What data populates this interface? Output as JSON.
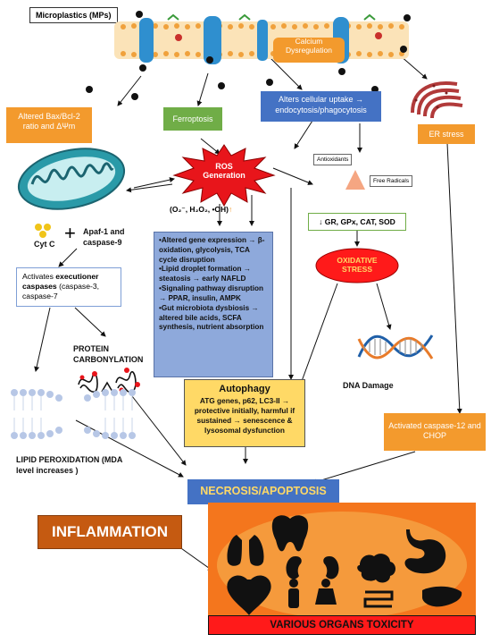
{
  "title": "Microplastics (MPs)",
  "membrane": {
    "label": "Calcium Dysregulation"
  },
  "boxes": {
    "bax": "Altered Bax/Bcl-2 ratio and ΔΨm",
    "ferroptosis": "Ferroptosis",
    "uptake": "Alters cellular uptake → endocytosis/phagocytosis",
    "er_stress": "ER stress",
    "ros": "ROS Generation",
    "ros_species": "(O₂⁻, H₂O₂, •OH)",
    "ros_arrow": "↑",
    "antioxidants": "Antioxidants",
    "free_radicals": "Free Radicals",
    "enzymes": "↓ GR, GPx, CAT, SOD",
    "oxidative_stress": "OXIDATIVE STRESS",
    "cytc": "Cyt C",
    "apaf": "Apaf-1 and caspase-9",
    "executioner_pre": "Activates ",
    "executioner_bold": "executioner caspases",
    "executioner_post": " (caspase-3, caspase-7",
    "protein_carbonylation": "PROTEIN CARBONYLATION",
    "lipid_peroxidation": "LIPID PEROXIDATION (MDA level increases )",
    "dna_damage": "DNA Damage",
    "caspase12": "Activated caspase-12 and CHOP",
    "autophagy_title": "Autophagy",
    "autophagy_body": "ATG genes, p62, LC3-II → protective initially, harmful if sustained → senescence & lysosomal dysfunction",
    "necrosis": "NECROSIS/APOPTOSIS",
    "inflammation": "INFLAMMATION",
    "organs": "VARIOUS ORGANS TOXICITY"
  },
  "effects_panel": [
    "•Altered gene expression → β-oxidation, glycolysis, TCA cycle disruption",
    "•Lipid droplet formation → steatosis → early NAFLD",
    "•Signaling pathway disruption → PPAR, insulin, AMPK",
    "•Gut microbiota dysbiosis → altered bile acids, SCFA synthesis, nutrient absorption"
  ],
  "colors": {
    "orange": "#f39a2d",
    "green": "#70ad47",
    "blue": "#4472c4",
    "panel_blue": "#8ea9db",
    "yellow": "#ffd966",
    "red": "#ff1a1a",
    "inflammation": "#c55a11",
    "organ_bg": "#f4761d"
  },
  "icons": [
    "mitochondrion-icon",
    "er-icon",
    "dna-icon",
    "protein-icon",
    "membrane-icon",
    "lungs-icon",
    "tooth-icon",
    "stomach-icon",
    "heart-icon",
    "kidneys-icon",
    "people-icon",
    "brain-icon",
    "intestine-icon",
    "liver-icon"
  ]
}
